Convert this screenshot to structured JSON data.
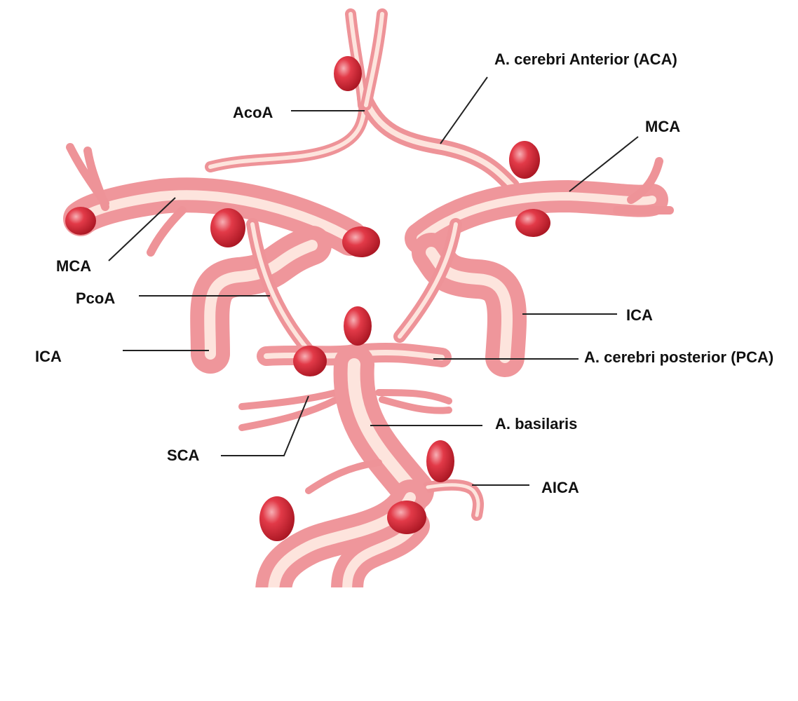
{
  "colors": {
    "vessel": "#f19a9f",
    "vessel_highlight": "#fde4dd",
    "aneurysm": "#d0202f",
    "aneurysm_highlight": "#f7b0b5",
    "label": "#111111",
    "leader_line": "#222222",
    "background": "#ffffff"
  },
  "labels": {
    "aca": "A. cerebri Anterior (ACA)",
    "acoa": "AcoA",
    "mca_right": "MCA",
    "mca_left": "MCA",
    "pcoa": "PcoA",
    "ica_right": "ICA",
    "ica_left": "ICA",
    "pca": "A. cerebri posterior (PCA)",
    "basilar": "A. basilaris",
    "sca": "SCA",
    "aica": "AICA"
  }
}
